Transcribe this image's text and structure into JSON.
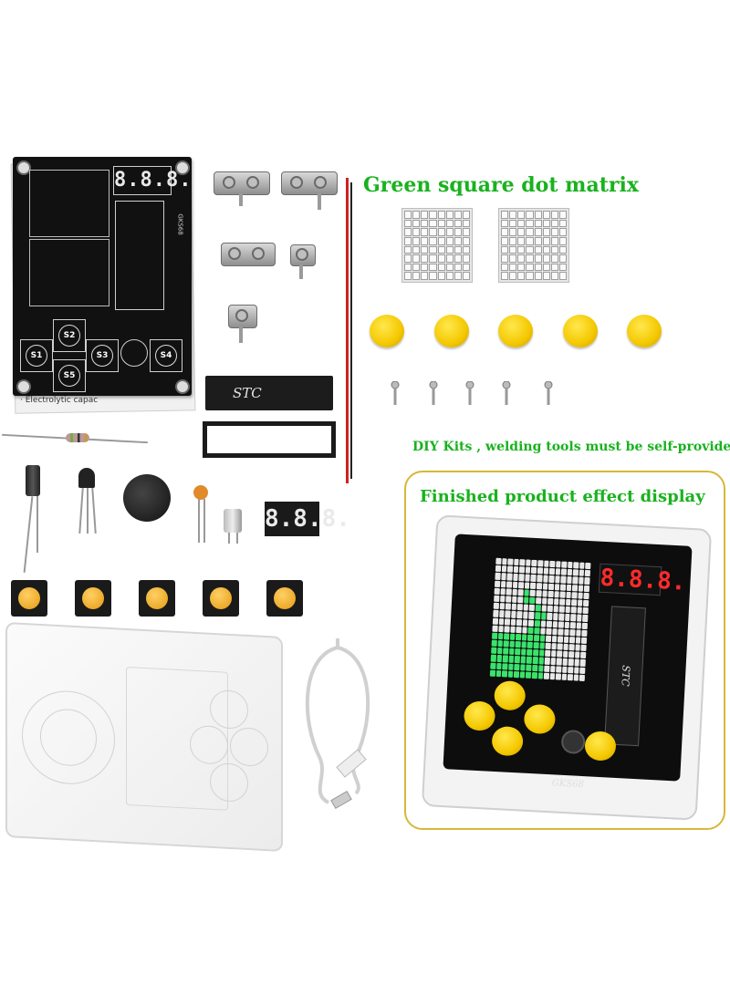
{
  "headings": {
    "matrix_title": "Green square dot matrix",
    "diy_note": "DIY Kits , welding tools must be self-provided",
    "finished_title": "Finished product effect display"
  },
  "pcb": {
    "display_digits": "8.8.8.",
    "buttons": [
      "S1",
      "S2",
      "S3",
      "S4",
      "S5"
    ],
    "paper_text": "· Electrolytic capac",
    "silk_label": "GKS68"
  },
  "components": {
    "chip_label": "STC",
    "seg_module_digits": "8.8.8.",
    "tact_switch_count": 5,
    "yellow_cap_count": 5,
    "screw_count": 5
  },
  "finished_product": {
    "display_digits": "8.8.8.",
    "chip_label": "STC",
    "logo": "GKS68",
    "matrix_color": "#3be36c",
    "display_color": "#ff2b2b"
  },
  "colors": {
    "heading_green": "#19b21e",
    "frame_gold": "#d8b73a",
    "button_yellow": "#f4c800"
  }
}
